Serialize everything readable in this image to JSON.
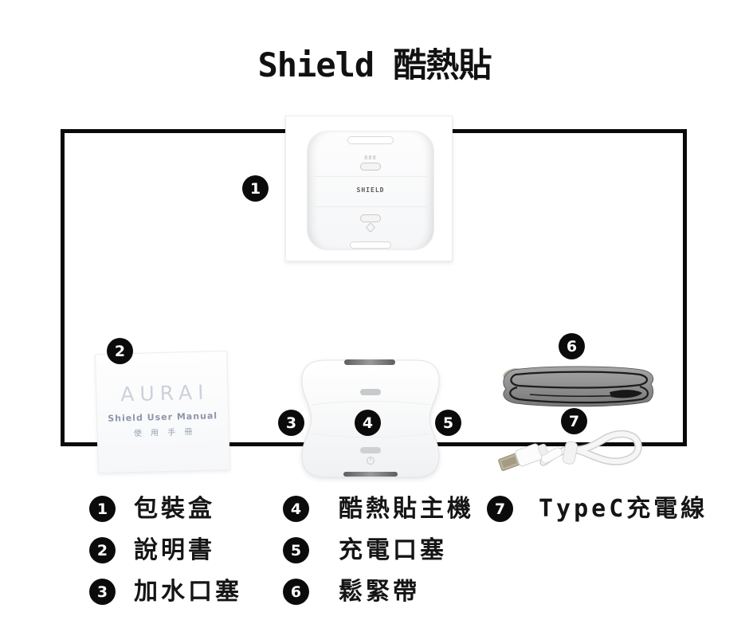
{
  "page": {
    "title": "Shield 酷熱貼"
  },
  "diagram": {
    "package_box": {
      "device_label": "SHIELD"
    },
    "manual": {
      "brand": "AURAI",
      "title_en": "Shield User Manual",
      "title_zh": "使 用 手 冊"
    },
    "callouts": [
      {
        "num": "1"
      },
      {
        "num": "2"
      },
      {
        "num": "3"
      },
      {
        "num": "4"
      },
      {
        "num": "5"
      },
      {
        "num": "6"
      },
      {
        "num": "7"
      }
    ]
  },
  "legend": {
    "items": [
      {
        "num": "1",
        "label": "包裝盒"
      },
      {
        "num": "2",
        "label": "說明書"
      },
      {
        "num": "3",
        "label": "加水口塞"
      },
      {
        "num": "4",
        "label": "酷熱貼主機"
      },
      {
        "num": "5",
        "label": "充電口塞"
      },
      {
        "num": "6",
        "label": "鬆緊帶"
      },
      {
        "num": "7",
        "label": "TypeC充電線"
      }
    ]
  },
  "colors": {
    "frame": "#0a0a0a",
    "badge": "#0b0b0b",
    "band_gray": "#8d8d8d",
    "band_stripe": "#1c1c1c",
    "cable_white": "#f6f6f6"
  }
}
